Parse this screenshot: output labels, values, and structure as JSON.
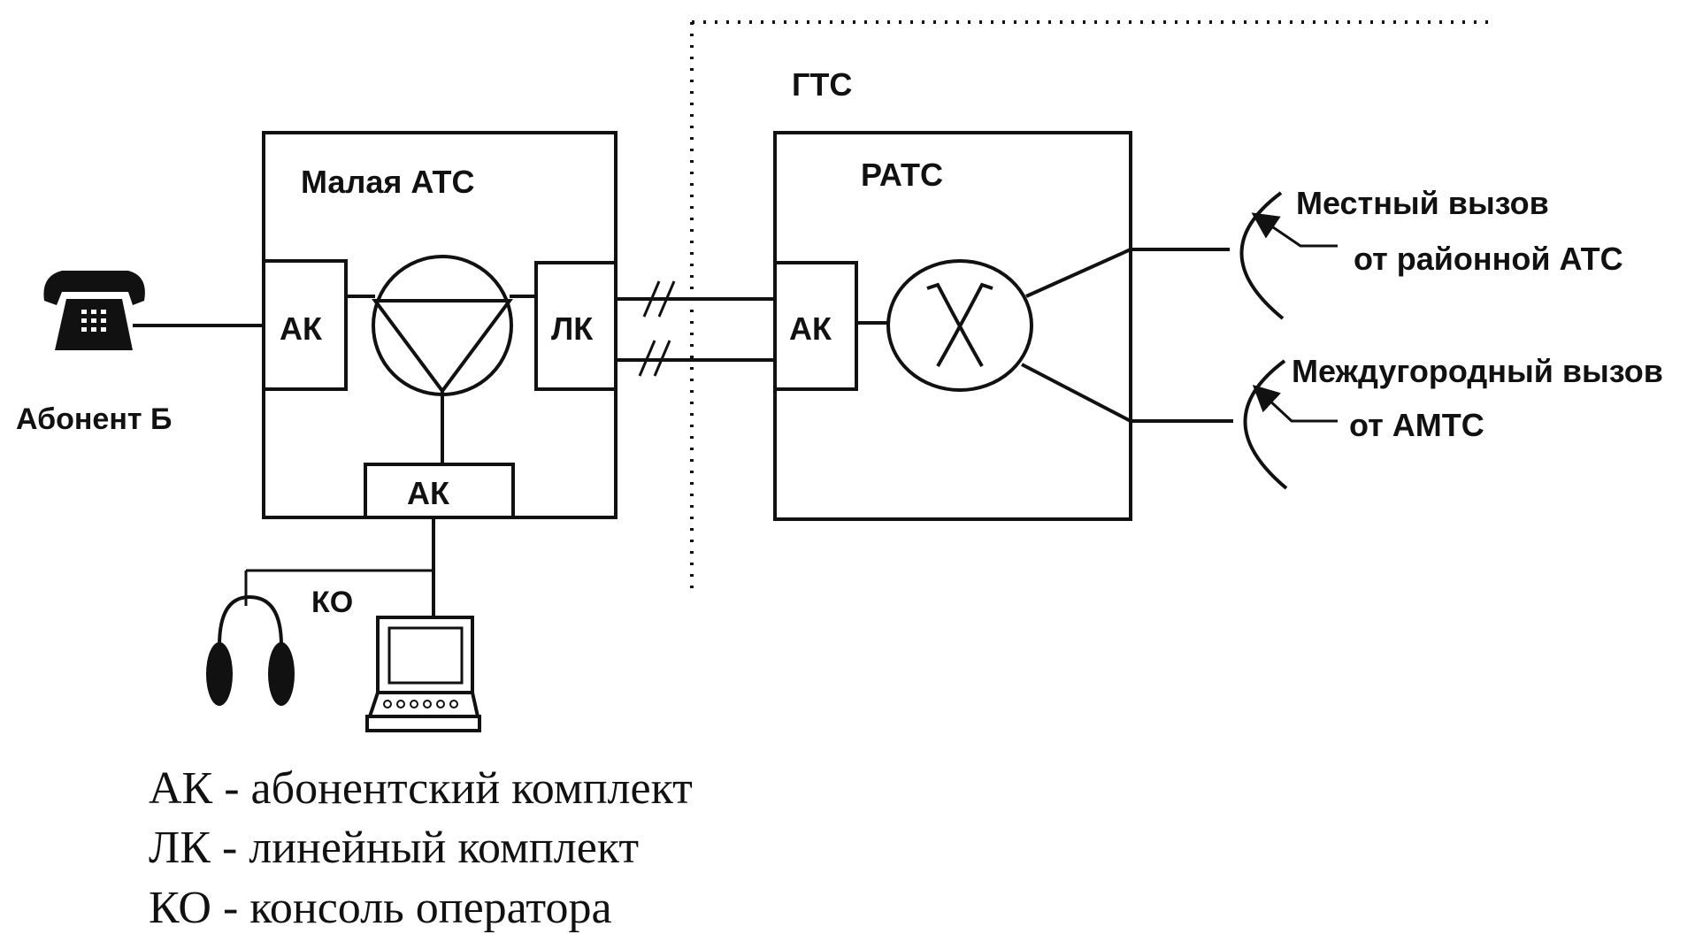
{
  "labels": {
    "gts": "ГТС",
    "small_pbx": "Малая АТС",
    "rats": "РАТС",
    "ak_left": "АК",
    "lk": "ЛК",
    "ak_bottom": "АК",
    "ak_rats": "АК",
    "subscriber": "Абонент Б",
    "ko": "КО",
    "local_call_1": "Местный вызов",
    "local_call_2": "от районной АТС",
    "long_call_1": "Междугородный вызов",
    "long_call_2": "от АМТС"
  },
  "legend": [
    "АК - абонентский комплект",
    "ЛК - линейный комплект",
    "КО - консоль оператора"
  ],
  "icons": [
    "telephone-icon",
    "headphones-icon",
    "computer-terminal-icon",
    "arrow-icon"
  ]
}
